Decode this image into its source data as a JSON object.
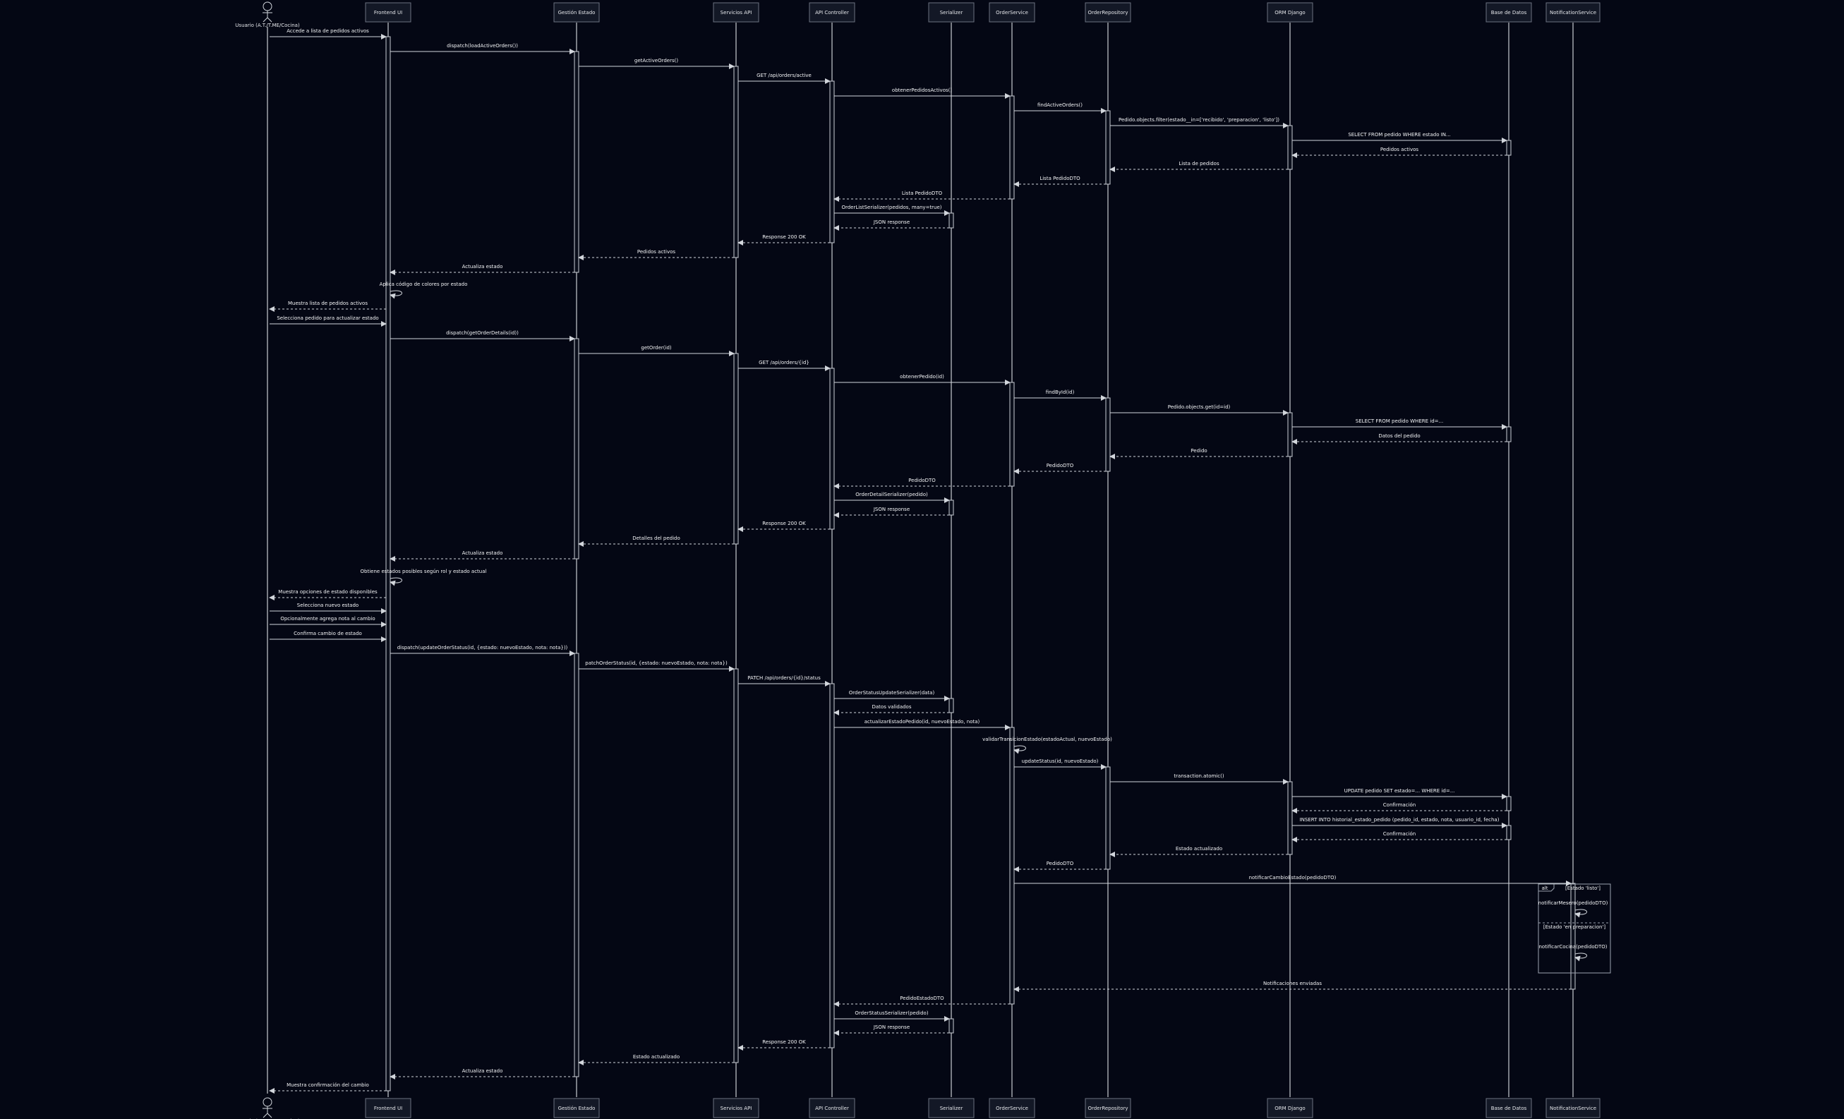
{
  "participants": [
    {
      "id": "user",
      "label": "Usuario (A.T./T.ME/Cocina)",
      "actor": true
    },
    {
      "id": "fe",
      "label": "Frontend UI"
    },
    {
      "id": "ge",
      "label": "Gestión Estado"
    },
    {
      "id": "api",
      "label": "Servicios API"
    },
    {
      "id": "ctl",
      "label": "API Controller"
    },
    {
      "id": "ser",
      "label": "Serializer"
    },
    {
      "id": "os",
      "label": "OrderService"
    },
    {
      "id": "or",
      "label": "OrderRepository"
    },
    {
      "id": "orm",
      "label": "ORM Django"
    },
    {
      "id": "db",
      "label": "Base de Datos"
    },
    {
      "id": "ns",
      "label": "NotificationService"
    }
  ],
  "messages": [
    {
      "from": "user",
      "to": "fe",
      "label": "Accede a lista de pedidos activos",
      "type": "sync"
    },
    {
      "from": "fe",
      "to": "ge",
      "label": "dispatch(loadActiveOrders())",
      "type": "sync"
    },
    {
      "from": "ge",
      "to": "api",
      "label": "getActiveOrders()",
      "type": "sync"
    },
    {
      "from": "api",
      "to": "ctl",
      "label": "GET /api/orders/active",
      "type": "sync"
    },
    {
      "from": "ctl",
      "to": "os",
      "label": "obtenerPedidosActivos()",
      "type": "sync"
    },
    {
      "from": "os",
      "to": "or",
      "label": "findActiveOrders()",
      "type": "sync"
    },
    {
      "from": "or",
      "to": "orm",
      "label": "Pedido.objects.filter(estado__in=['recibido', 'preparacion', 'listo'])",
      "type": "sync"
    },
    {
      "from": "orm",
      "to": "db",
      "label": "SELECT FROM pedido WHERE estado IN...",
      "type": "sync"
    },
    {
      "from": "db",
      "to": "orm",
      "label": "Pedidos activos",
      "type": "return"
    },
    {
      "from": "orm",
      "to": "or",
      "label": "Lista de pedidos",
      "type": "return"
    },
    {
      "from": "or",
      "to": "os",
      "label": "Lista PedidoDTO",
      "type": "return"
    },
    {
      "from": "os",
      "to": "ctl",
      "label": "Lista PedidoDTO",
      "type": "return"
    },
    {
      "from": "ctl",
      "to": "ser",
      "label": "OrderListSerializer(pedidos, many=true)",
      "type": "sync"
    },
    {
      "from": "ser",
      "to": "ctl",
      "label": "JSON response",
      "type": "return"
    },
    {
      "from": "ctl",
      "to": "api",
      "label": "Response 200 OK",
      "type": "return"
    },
    {
      "from": "api",
      "to": "ge",
      "label": "Pedidos activos",
      "type": "return"
    },
    {
      "from": "ge",
      "to": "fe",
      "label": "Actualiza estado",
      "type": "return"
    },
    {
      "from": "fe",
      "to": "fe",
      "label": "Aplica código de colores por estado",
      "type": "self"
    },
    {
      "from": "fe",
      "to": "user",
      "label": "Muestra lista de pedidos activos",
      "type": "return"
    },
    {
      "from": "user",
      "to": "fe",
      "label": "Selecciona pedido para actualizar estado",
      "type": "sync"
    },
    {
      "from": "fe",
      "to": "ge",
      "label": "dispatch(getOrderDetails(id))",
      "type": "sync"
    },
    {
      "from": "ge",
      "to": "api",
      "label": "getOrder(id)",
      "type": "sync"
    },
    {
      "from": "api",
      "to": "ctl",
      "label": "GET /api/orders/{id}",
      "type": "sync"
    },
    {
      "from": "ctl",
      "to": "os",
      "label": "obtenerPedido(id)",
      "type": "sync"
    },
    {
      "from": "os",
      "to": "or",
      "label": "findById(id)",
      "type": "sync"
    },
    {
      "from": "or",
      "to": "orm",
      "label": "Pedido.objects.get(id=id)",
      "type": "sync"
    },
    {
      "from": "orm",
      "to": "db",
      "label": "SELECT FROM pedido WHERE id=...",
      "type": "sync"
    },
    {
      "from": "db",
      "to": "orm",
      "label": "Datos del pedido",
      "type": "return"
    },
    {
      "from": "orm",
      "to": "or",
      "label": "Pedido",
      "type": "return"
    },
    {
      "from": "or",
      "to": "os",
      "label": "PedidoDTO",
      "type": "return"
    },
    {
      "from": "os",
      "to": "ctl",
      "label": "PedidoDTO",
      "type": "return"
    },
    {
      "from": "ctl",
      "to": "ser",
      "label": "OrderDetailSerializer(pedido)",
      "type": "sync"
    },
    {
      "from": "ser",
      "to": "ctl",
      "label": "JSON response",
      "type": "return"
    },
    {
      "from": "ctl",
      "to": "api",
      "label": "Response 200 OK",
      "type": "return"
    },
    {
      "from": "api",
      "to": "ge",
      "label": "Detalles del pedido",
      "type": "return"
    },
    {
      "from": "ge",
      "to": "fe",
      "label": "Actualiza estado",
      "type": "return"
    },
    {
      "from": "fe",
      "to": "fe",
      "label": "Obtiene estados posibles según rol y estado actual",
      "type": "self"
    },
    {
      "from": "fe",
      "to": "user",
      "label": "Muestra opciones de estado disponibles",
      "type": "return"
    },
    {
      "from": "user",
      "to": "fe",
      "label": "Selecciona nuevo estado",
      "type": "sync"
    },
    {
      "from": "user",
      "to": "fe",
      "label": "Opcionalmente agrega nota al cambio",
      "type": "sync"
    },
    {
      "from": "user",
      "to": "fe",
      "label": "Confirma cambio de estado",
      "type": "sync"
    },
    {
      "from": "fe",
      "to": "ge",
      "label": "dispatch(updateOrderStatus(id, {estado: nuevoEstado, nota: nota}))",
      "type": "sync"
    },
    {
      "from": "ge",
      "to": "api",
      "label": "patchOrderStatus(id, {estado: nuevoEstado, nota: nota})",
      "type": "sync"
    },
    {
      "from": "api",
      "to": "ctl",
      "label": "PATCH /api/orders/{id}/status",
      "type": "sync"
    },
    {
      "from": "ctl",
      "to": "ser",
      "label": "OrderStatusUpdateSerializer(data)",
      "type": "sync"
    },
    {
      "from": "ser",
      "to": "ctl",
      "label": "Datos validados",
      "type": "return"
    },
    {
      "from": "ctl",
      "to": "os",
      "label": "actualizarEstadoPedido(id, nuevoEstado, nota)",
      "type": "sync"
    },
    {
      "from": "os",
      "to": "os",
      "label": "validarTransicionEstado(estadoActual, nuevoEstado)",
      "type": "self"
    },
    {
      "from": "os",
      "to": "or",
      "label": "updateStatus(id, nuevoEstado)",
      "type": "sync"
    },
    {
      "from": "or",
      "to": "orm",
      "label": "transaction.atomic()",
      "type": "sync"
    },
    {
      "from": "orm",
      "to": "db",
      "label": "UPDATE pedido SET estado=... WHERE id=...",
      "type": "sync"
    },
    {
      "from": "db",
      "to": "orm",
      "label": "Confirmación",
      "type": "return"
    },
    {
      "from": "orm",
      "to": "db",
      "label": "INSERT INTO historial_estado_pedido (pedido_id, estado, nota, usuario_id, fecha)",
      "type": "sync"
    },
    {
      "from": "db",
      "to": "orm",
      "label": "Confirmación",
      "type": "return"
    },
    {
      "from": "orm",
      "to": "or",
      "label": "Estado actualizado",
      "type": "return"
    },
    {
      "from": "or",
      "to": "os",
      "label": "PedidoDTO",
      "type": "return"
    },
    {
      "from": "os",
      "to": "ns",
      "label": "notificarCambioEstado(pedidoDTO)",
      "type": "sync"
    },
    {
      "from": "ns",
      "to": "ns",
      "label": "notificarMesero(pedidoDTO)",
      "type": "self"
    },
    {
      "from": "ns",
      "to": "ns",
      "label": "notificarCocina(pedidoDTO)",
      "type": "self"
    },
    {
      "from": "ns",
      "to": "os",
      "label": "Notificaciones enviadas",
      "type": "return"
    },
    {
      "from": "os",
      "to": "ctl",
      "label": "PedidoEstadoDTO",
      "type": "return"
    },
    {
      "from": "ctl",
      "to": "ser",
      "label": "OrderStatusSerializer(pedido)",
      "type": "sync"
    },
    {
      "from": "ser",
      "to": "ctl",
      "label": "JSON response",
      "type": "return"
    },
    {
      "from": "ctl",
      "to": "api",
      "label": "Response 200 OK",
      "type": "return"
    },
    {
      "from": "api",
      "to": "ge",
      "label": "Estado actualizado",
      "type": "return"
    },
    {
      "from": "ge",
      "to": "fe",
      "label": "Actualiza estado",
      "type": "return"
    },
    {
      "from": "fe",
      "to": "user",
      "label": "Muestra confirmación del cambio",
      "type": "return"
    }
  ],
  "fragment": {
    "kind": "alt",
    "conditions": [
      "[Estado 'listo']",
      "[Estado 'en preparacion']"
    ]
  },
  "colors": {
    "background": "#040714",
    "line": "#c9ccd3",
    "text": "#f3f4f6",
    "box": "#131826"
  }
}
